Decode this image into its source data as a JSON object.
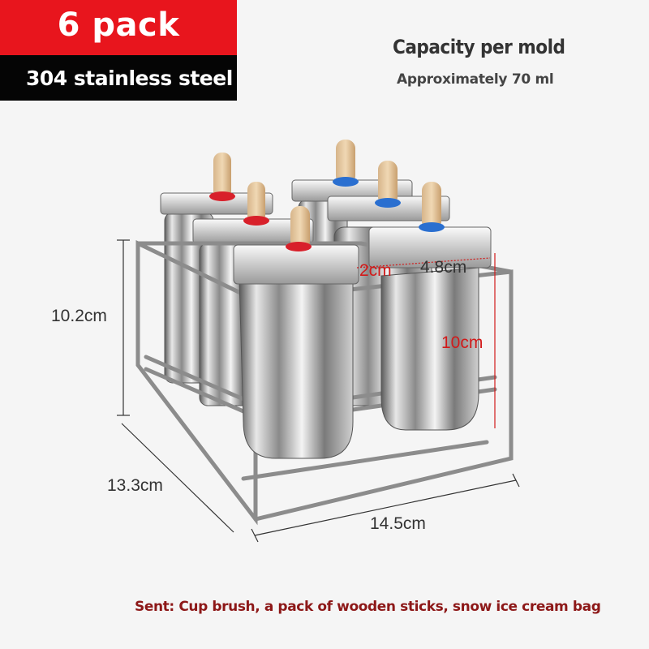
{
  "banner": {
    "pack": "6 pack",
    "material": "304 stainless steel",
    "red_color": "#e8151d",
    "black_color": "#050505"
  },
  "capacity": {
    "title": "Capacity per mold",
    "value": "Approximately 70 ml"
  },
  "dimensions": {
    "height_total": "10.2cm",
    "depth": "13.3cm",
    "width": "14.5cm",
    "mold_height": "10cm",
    "mold_width": "4.8cm",
    "mold_depth": "2cm"
  },
  "contents_note": "Sent: Cup brush, a pack of wooden sticks, snow ice cream bag",
  "colors": {
    "accent_red": "#d21a1a",
    "stick_ring_red": "#d8202a",
    "stick_ring_blue": "#2a6fd0",
    "text_dark": "#333333"
  }
}
